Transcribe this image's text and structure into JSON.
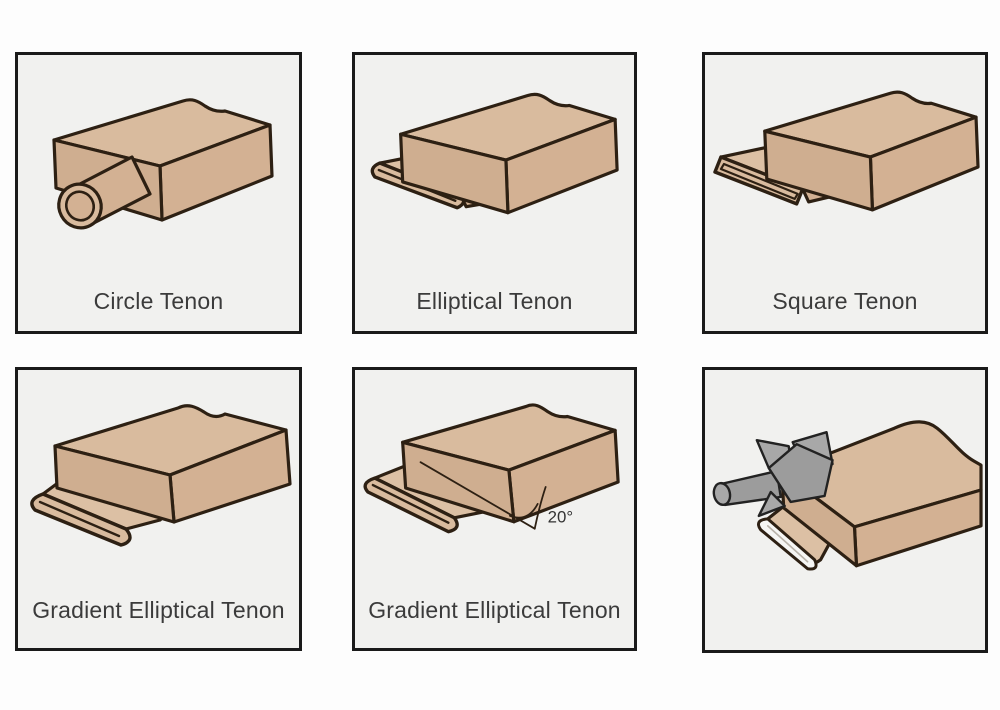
{
  "figure": {
    "description": "Six framed technical illustrations of wooden tenon joint types",
    "colors": {
      "page_background": "#fdfdfd",
      "panel_background": "#f1f1ef",
      "panel_border": "#1a1a1a",
      "wood_top": "#d9bb9e",
      "wood_side": "#d3b193",
      "wood_left": "#cfae90",
      "outline": "#2d2013",
      "cutter_gray": "#a0a0a0",
      "cut_surface": "#f6f6f4",
      "label_text": "#3b3b3b"
    }
  },
  "panels": [
    {
      "id": "circle-tenon",
      "label": "Circle Tenon",
      "depicts": "wood board with round cylindrical tenon"
    },
    {
      "id": "elliptical-tenon",
      "label": "Elliptical Tenon",
      "depicts": "wood board with flat rounded (elliptical) tenon"
    },
    {
      "id": "square-tenon",
      "label": "Square Tenon",
      "depicts": "wood board with flat square-cornered tenon"
    },
    {
      "id": "gradient-elliptical-tenon",
      "label": "Gradient Elliptical Tenon",
      "depicts": "wood board with sloped elliptical tenon"
    },
    {
      "id": "gradient-elliptical-tenon-angle",
      "label": "Gradient Elliptical Tenon",
      "annotation": "20°",
      "depicts": "sloped elliptical tenon with 20 degree angle callout"
    },
    {
      "id": "router-cut-tenon",
      "label": "",
      "depicts": "router bit cutter machining a tenon on a board"
    }
  ]
}
